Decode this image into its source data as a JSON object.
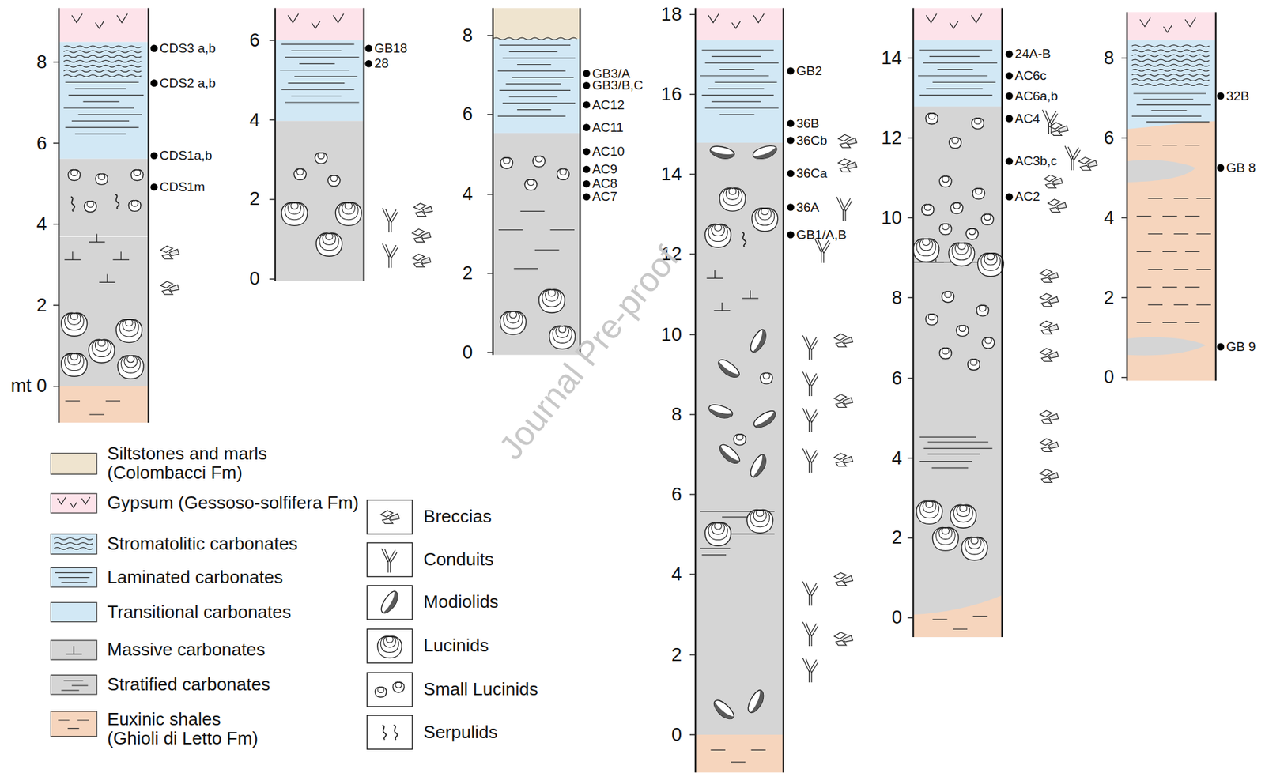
{
  "diagram": {
    "labels": [
      "8",
      "6",
      "4",
      "2",
      "mt 0",
      "CDS3 a,b",
      "CDS2 a,b",
      "CDS1a,b",
      "CDS1m",
      "6",
      "4",
      "2",
      "0",
      "GB18",
      "28",
      "8",
      "6",
      "4",
      "2",
      "0",
      "GB3/A",
      "GB3/B,C",
      "AC12",
      "AC11",
      "AC10",
      "AC9",
      "AC8",
      "AC7",
      "18",
      "16",
      "14",
      "12",
      "10",
      "8",
      "6",
      "4",
      "2",
      "0",
      "GB2",
      "36B",
      "36Cb",
      "36Ca",
      "36A",
      "GB1/A,B",
      "14",
      "12",
      "10",
      "8",
      "6",
      "4",
      "2",
      "0",
      "24A-B",
      "AC6c",
      "AC6a,b",
      "AC4",
      "AC3b,c",
      "AC2",
      "8",
      "6",
      "4",
      "2",
      "0",
      "32B",
      "GB 8",
      "GB 9",
      "Journal Pre-proof"
    ],
    "legend": [
      {
        "text": "Siltstones and marls (Colombacci Fm)",
        "color": "#efe4cf"
      },
      {
        "text": "Gypsum (Gessoso-solfifera Fm)",
        "color": "#fde3ea"
      },
      {
        "text": "Stromatolitic carbonates",
        "color": "#d2e8f5"
      },
      {
        "text": "Laminated carbonates",
        "color": "#d2e8f5"
      },
      {
        "text": "Transitional carbonates",
        "color": "#d2e8f5"
      },
      {
        "text": "Massive carbonates",
        "color": "#d5d5d5"
      },
      {
        "text": "Stratified carbonates",
        "color": "#d5d5d5"
      },
      {
        "text": "Euxinic shales (Ghioli di Letto Fm)",
        "color": "#f6d5bd"
      },
      {
        "text": "Breccias"
      },
      {
        "text": "Conduits"
      },
      {
        "text": "Modiolids"
      },
      {
        "text": "Lucinids"
      },
      {
        "text": "Small Lucinids"
      },
      {
        "text": "Serpulids"
      }
    ]
  }
}
